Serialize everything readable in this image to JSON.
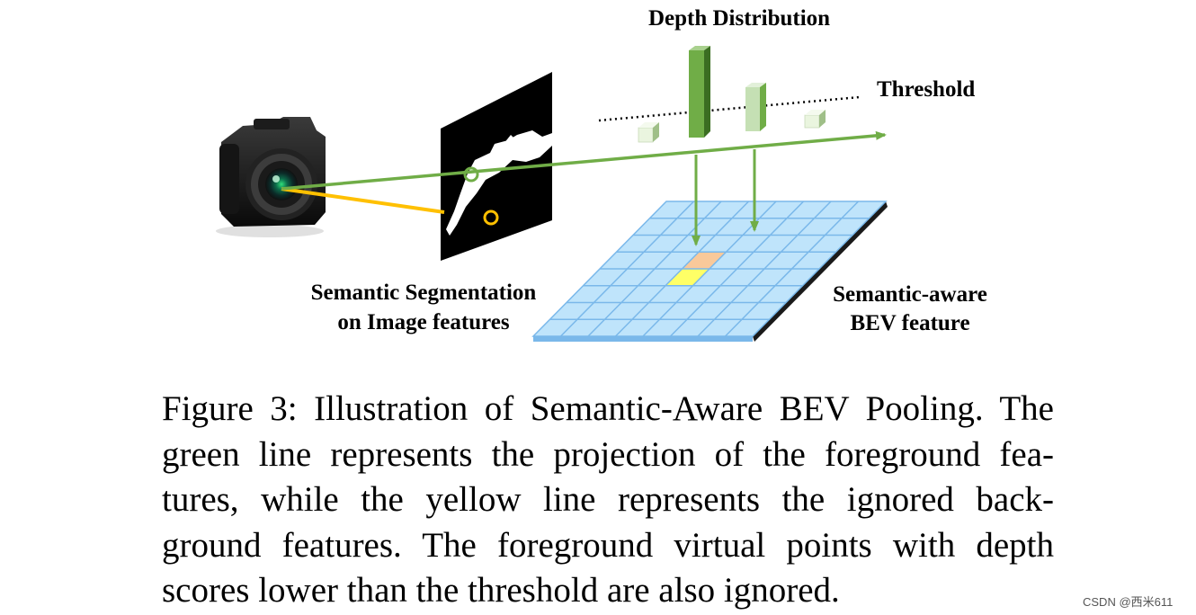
{
  "labels": {
    "depth_distribution": "Depth Distribution",
    "threshold": "Threshold",
    "segmentation_line1": "Semantic Segmentation",
    "segmentation_line2": "on Image features",
    "bev_line1": "Semantic-aware",
    "bev_line2": "BEV feature"
  },
  "colors": {
    "green_projection": "#70ad47",
    "yellow_ignored": "#ffc000",
    "bev_grid_fill": "#bfe4fb",
    "bev_grid_line": "#7ab8ea",
    "foreground_cell": "#ffff66",
    "second_cell": "#f9c99a"
  },
  "icons": {
    "camera": "camera-icon"
  },
  "caption": {
    "lines": [
      "Figure 3: Illustration of Semantic-Aware BEV Pooling. The",
      "green line represents the projection of the foreground fea-",
      "tures, while the yellow line represents the ignored back-",
      "ground features. The foreground virtual points with depth",
      "scores lower than the threshold are also ignored."
    ]
  },
  "watermark": "CSDN @西米611"
}
